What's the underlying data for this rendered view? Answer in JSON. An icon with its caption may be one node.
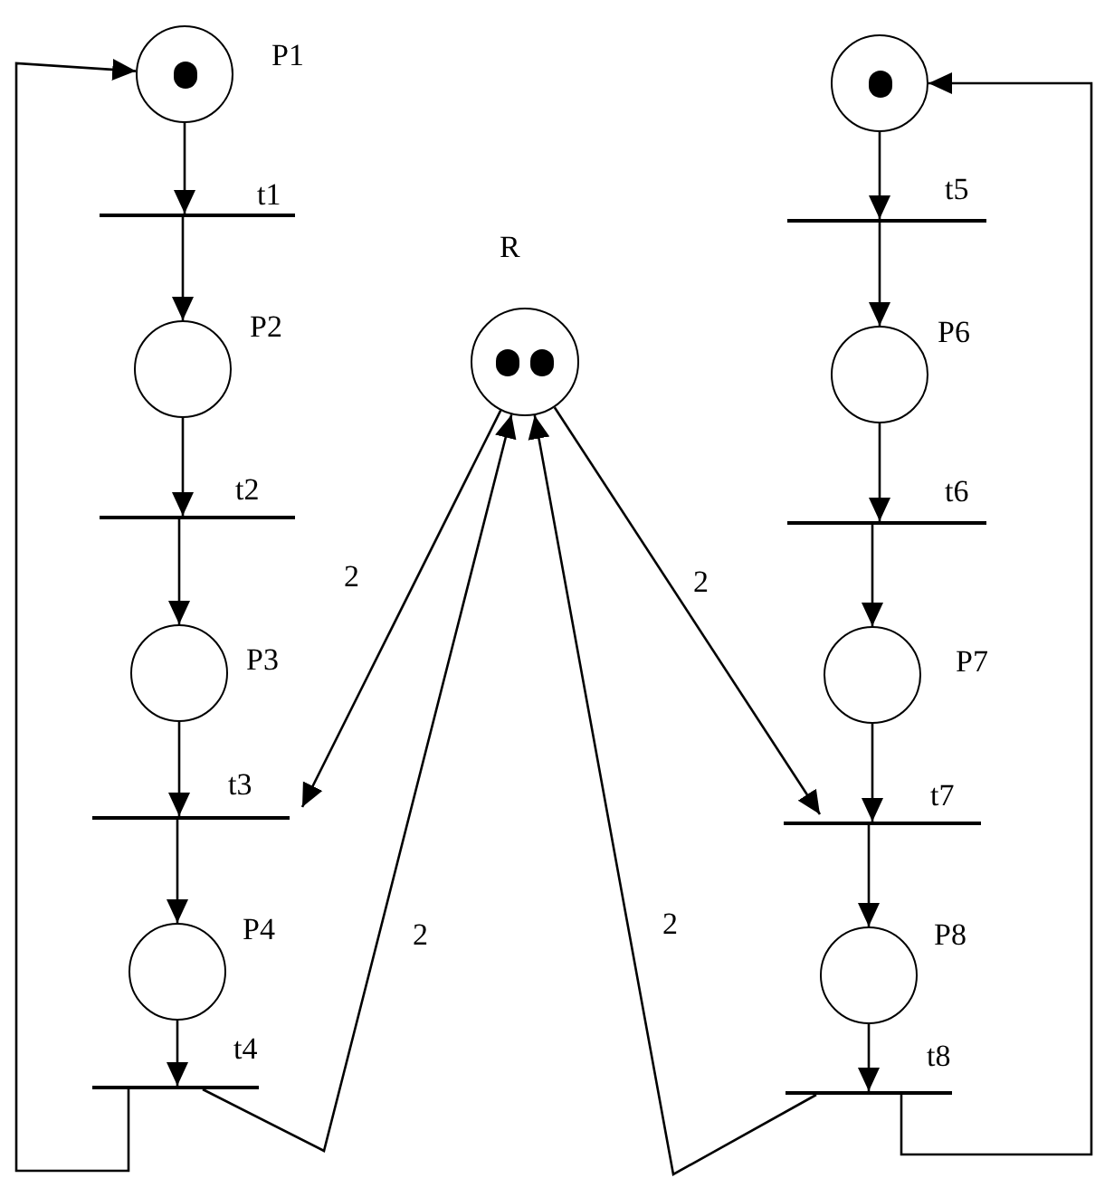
{
  "diagram": {
    "nodes": [
      {
        "text": [],
        "shape": "circle",
        "beside": [
          "P1"
        ]
      },
      {
        "text": [],
        "shape": "bar",
        "beside": [
          "t1"
        ]
      },
      {
        "text": [],
        "shape": "circle",
        "beside": [
          "P2"
        ]
      },
      {
        "text": [],
        "shape": "bar",
        "beside": [
          "t2"
        ]
      },
      {
        "text": [],
        "shape": "circle",
        "beside": [
          "P3"
        ]
      },
      {
        "text": [],
        "shape": "bar",
        "beside": [
          "t3"
        ]
      },
      {
        "text": [],
        "shape": "circle",
        "beside": [
          "P4"
        ]
      },
      {
        "text": [],
        "shape": "bar",
        "beside": [
          "t4"
        ]
      },
      {
        "text": [],
        "shape": "circle",
        "beside": [
          "R"
        ]
      },
      {
        "text": [],
        "shape": "circle"
      },
      {
        "text": [],
        "shape": "bar",
        "beside": [
          "t5"
        ]
      },
      {
        "text": [],
        "shape": "circle",
        "beside": [
          "P6"
        ]
      },
      {
        "text": [],
        "shape": "bar",
        "beside": [
          "t6"
        ]
      },
      {
        "text": [],
        "shape": "circle",
        "beside": [
          "P7"
        ]
      },
      {
        "text": [],
        "shape": "bar",
        "beside": [
          "t7"
        ]
      },
      {
        "text": [],
        "shape": "circle",
        "beside": [
          "P8"
        ]
      },
      {
        "text": [],
        "shape": "bar",
        "beside": [
          "t8"
        ]
      }
    ],
    "edges": [
      {
        "from": 0,
        "to": 1,
        "arrow": "to"
      },
      {
        "from": 1,
        "to": 2,
        "arrow": "to"
      },
      {
        "from": 2,
        "to": 3,
        "arrow": "to"
      },
      {
        "from": 3,
        "to": 4,
        "arrow": "to"
      },
      {
        "from": 4,
        "to": 5,
        "arrow": "to"
      },
      {
        "from": 5,
        "to": 6,
        "arrow": "to"
      },
      {
        "from": 6,
        "to": 7,
        "arrow": "to"
      },
      {
        "from": 7,
        "to": 0,
        "arrow": "to"
      },
      {
        "from": 8,
        "to": 5,
        "arrow": "to",
        "label": "2"
      },
      {
        "from": 7,
        "to": 8,
        "arrow": "to",
        "label": "2"
      },
      {
        "from": 9,
        "to": 10,
        "arrow": "to"
      },
      {
        "from": 10,
        "to": 11,
        "arrow": "to"
      },
      {
        "from": 11,
        "to": 12,
        "arrow": "to"
      },
      {
        "from": 12,
        "to": 13,
        "arrow": "to"
      },
      {
        "from": 13,
        "to": 14,
        "arrow": "to"
      },
      {
        "from": 14,
        "to": 15,
        "arrow": "to"
      },
      {
        "from": 15,
        "to": 16,
        "arrow": "to"
      },
      {
        "from": 16,
        "to": 9,
        "arrow": "to"
      },
      {
        "from": 8,
        "to": 14,
        "arrow": "to",
        "label": "2"
      },
      {
        "from": 16,
        "to": 8,
        "arrow": "to",
        "label": "2"
      }
    ]
  }
}
